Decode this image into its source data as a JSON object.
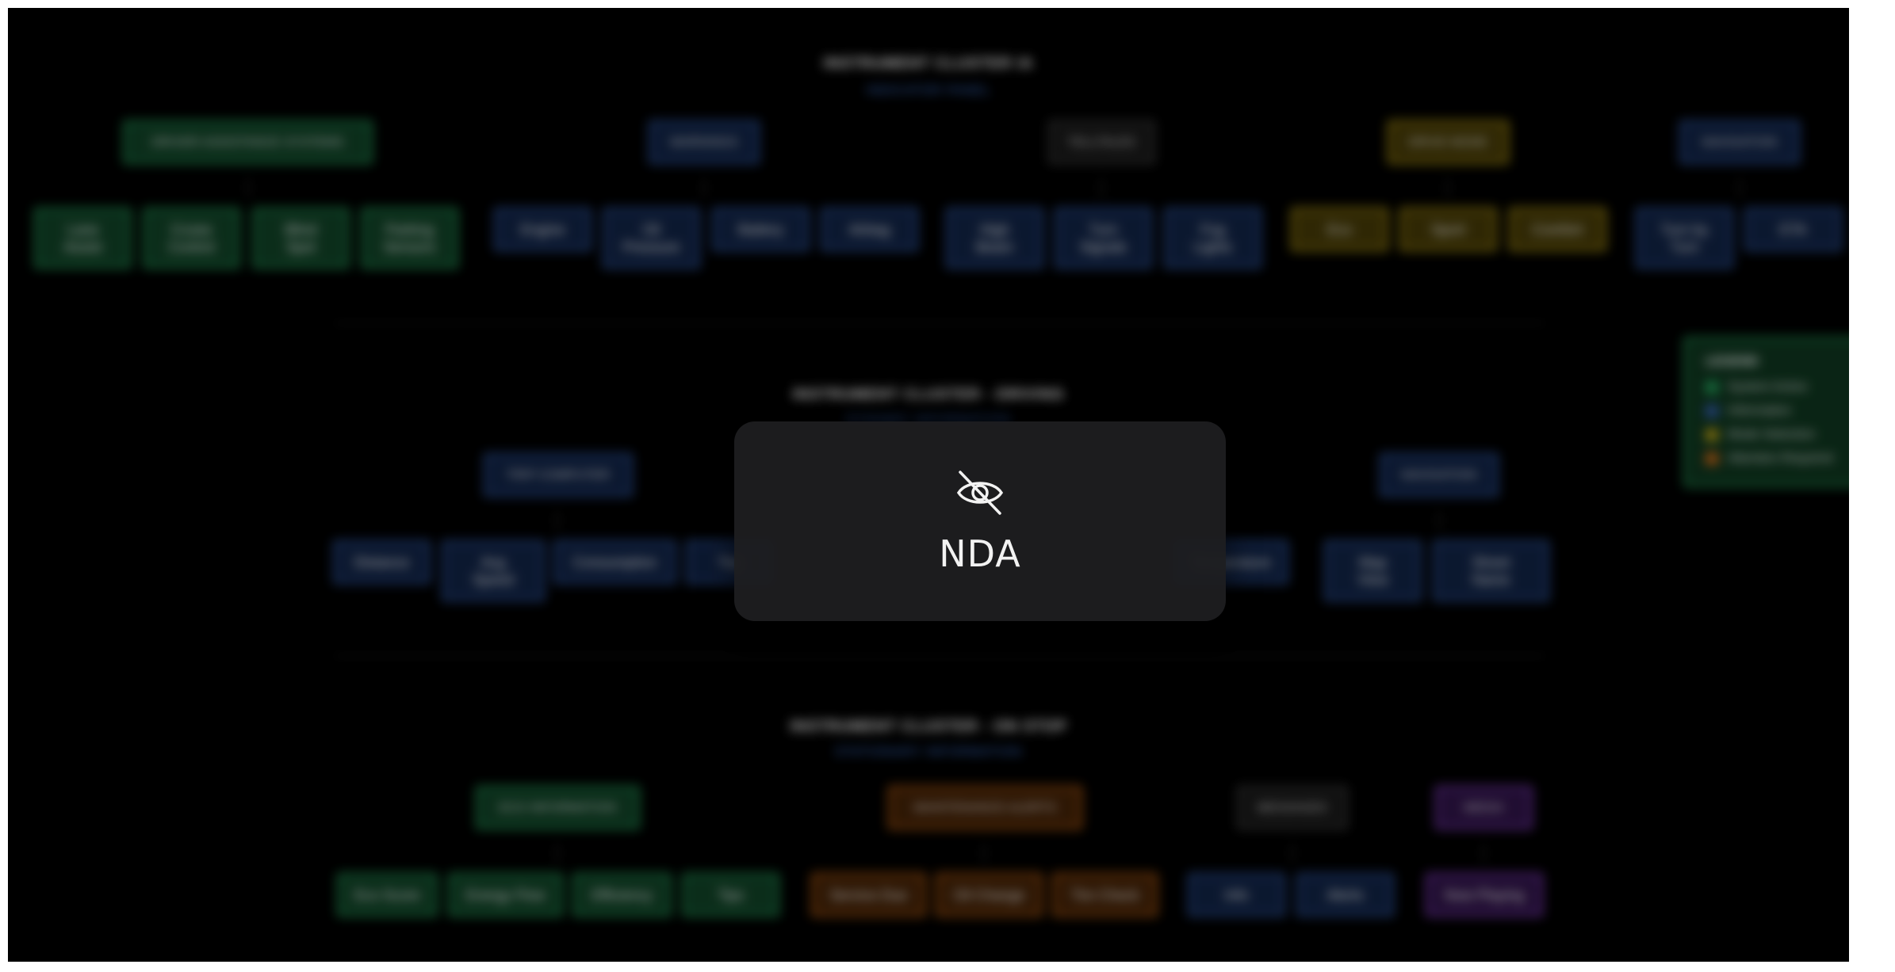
{
  "sections": [
    {
      "title": "INSTRUMENT CLUSTER IA",
      "subtitle": "INDICATOR PANEL"
    },
    {
      "title": "INSTRUMENT CLUSTER - DRIVING",
      "subtitle": "DYNAMIC INFORMATION"
    },
    {
      "title": "INSTRUMENT CLUSTER - ON STOP",
      "subtitle": "STATIONARY INFORMATION"
    }
  ],
  "groups": {
    "das": {
      "title": "DRIVER ASSISTANCE SYSTEMS",
      "items": [
        "Lane\nAssist",
        "Cruise\nControl",
        "Blind\nSpot",
        "Parking\nSensors"
      ]
    },
    "warnings": {
      "title": "WARNINGS",
      "items": [
        "Engine",
        "Oil\nPressure",
        "Battery",
        "Airbag"
      ]
    },
    "telltales": {
      "title": "TELLTALES",
      "items": [
        "High\nBeam",
        "Turn\nSignals",
        "Fog\nLights"
      ]
    },
    "drivemode": {
      "title": "DRIVE MODE",
      "items": [
        "Eco",
        "Sport",
        "Comfort"
      ]
    },
    "nav1": {
      "title": "NAVIGATION",
      "items": [
        "Turn by\nTurn",
        "ETA"
      ]
    },
    "trip": {
      "title": "TRIP COMPUTER",
      "items": [
        "Distance",
        "Avg\nSpeed",
        "Consumption",
        "Trip"
      ]
    },
    "temp": {
      "items": [
        "Temperature"
      ]
    },
    "nav2": {
      "title": "NAVIGATION",
      "items": [
        "Map\nView",
        "Street\nName"
      ]
    },
    "eco": {
      "title": "ECO INFORMATION",
      "items": [
        "Eco Score",
        "Energy Flow",
        "Efficiency",
        "Tips"
      ]
    },
    "maint": {
      "title": "MAINTENANCE ALERTS",
      "items": [
        "Service Due",
        "Oil Change",
        "Tire Check"
      ]
    },
    "messages": {
      "title": "MESSAGES",
      "items": [
        "Info",
        "Alerts"
      ]
    },
    "media": {
      "title": "MEDIA",
      "items": [
        "Now Playing"
      ]
    }
  },
  "legend": {
    "title": "LEGEND",
    "items": [
      {
        "label": "System Active",
        "color": "#1f8a4f"
      },
      {
        "label": "Information",
        "color": "#2d5196"
      },
      {
        "label": "Mode Selection",
        "color": "#a18a12"
      },
      {
        "label": "Attention Required",
        "color": "#b15a12"
      }
    ]
  },
  "overlay": {
    "label": "NDA",
    "icon": "eye-slash-icon"
  }
}
